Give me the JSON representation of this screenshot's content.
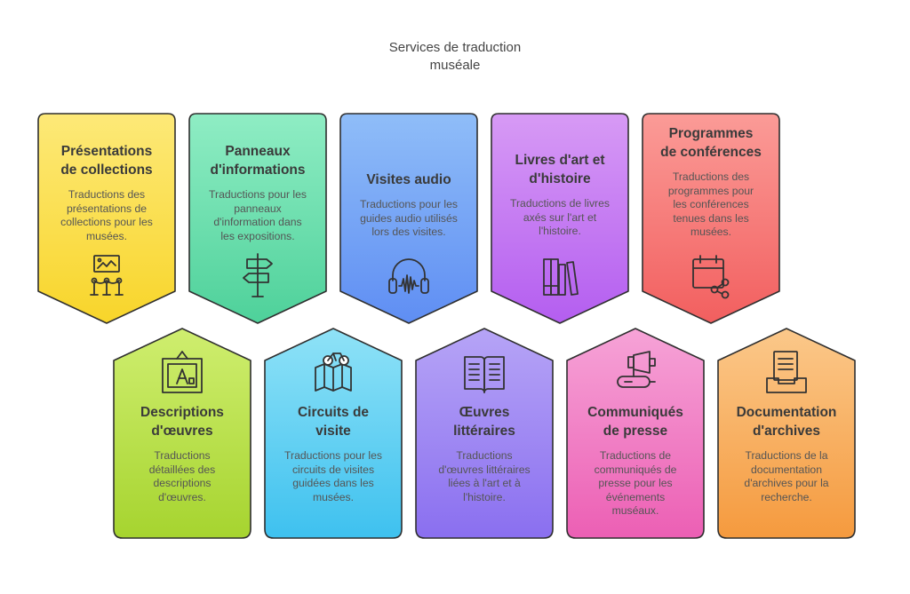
{
  "title_lines": [
    "Services de traduction",
    "muséale"
  ],
  "colors": {
    "yellow": [
      "#fde978",
      "#f8d52a"
    ],
    "green": [
      "#8fedc4",
      "#4ed19a"
    ],
    "blue": [
      "#8fbdf8",
      "#5f8ef3"
    ],
    "violet": [
      "#d79af5",
      "#b45ef0"
    ],
    "red": [
      "#fb9b97",
      "#f25f5f"
    ],
    "lime": [
      "#cfee6f",
      "#a6d42f"
    ],
    "cyan": [
      "#8fe2f7",
      "#3ec1ef"
    ],
    "purple": [
      "#b6a4f6",
      "#8a6ff0"
    ],
    "pink": [
      "#f6a3d7",
      "#ec5fb4"
    ],
    "orange": [
      "#fbc88a",
      "#f59a3e"
    ]
  },
  "cards": [
    {
      "heading_lines": [
        "Présentations",
        "de collections"
      ],
      "description_lines": [
        "Traductions des",
        "présentations de",
        "collections pour les",
        "musées."
      ],
      "icon": "museum-exhibit-icon",
      "color": "yellow"
    },
    {
      "heading_lines": [
        "Panneaux",
        "d'informations"
      ],
      "description_lines": [
        "Traductions pour les",
        "panneaux",
        "d'information dans",
        "les expositions."
      ],
      "icon": "signpost-icon",
      "color": "green"
    },
    {
      "heading_lines": [
        "Visites audio"
      ],
      "description_lines": [
        "Traductions pour les",
        "guides audio utilisés",
        "lors des visites."
      ],
      "icon": "headphones-icon",
      "color": "blue"
    },
    {
      "heading_lines": [
        "Livres d'art et",
        "d'histoire"
      ],
      "description_lines": [
        "Traductions de livres",
        "axés sur l'art et",
        "l'histoire."
      ],
      "icon": "books-icon",
      "color": "violet"
    },
    {
      "heading_lines": [
        "Programmes",
        "de conférences"
      ],
      "description_lines": [
        "Traductions des",
        "programmes pour",
        "les conférences",
        "tenues dans les",
        "musées."
      ],
      "icon": "calendar-share-icon",
      "color": "red"
    },
    {
      "heading_lines": [
        "Descriptions",
        "d'œuvres"
      ],
      "description_lines": [
        "Traductions",
        "détaillées des",
        "descriptions",
        "d'œuvres."
      ],
      "icon": "framed-painting-icon",
      "color": "lime"
    },
    {
      "heading_lines": [
        "Circuits de",
        "visite"
      ],
      "description_lines": [
        "Traductions pour les",
        "circuits de visites",
        "guidées dans les",
        "musées."
      ],
      "icon": "bicycle-map-icon",
      "color": "cyan"
    },
    {
      "heading_lines": [
        "Œuvres",
        "littéraires"
      ],
      "description_lines": [
        "Traductions",
        "d'œuvres littéraires",
        "liées à l'art et à",
        "l'histoire."
      ],
      "icon": "open-book-icon",
      "color": "purple"
    },
    {
      "heading_lines": [
        "Communiqués",
        "de presse"
      ],
      "description_lines": [
        "Traductions de",
        "communiqués de",
        "presse pour les",
        "événements",
        "muséaux."
      ],
      "icon": "megaphone-icon",
      "color": "pink"
    },
    {
      "heading_lines": [
        "Documentation",
        "d'archives"
      ],
      "description_lines": [
        "Traductions de la",
        "documentation",
        "d'archives pour la",
        "recherche."
      ],
      "icon": "archive-tray-icon",
      "color": "orange"
    }
  ]
}
